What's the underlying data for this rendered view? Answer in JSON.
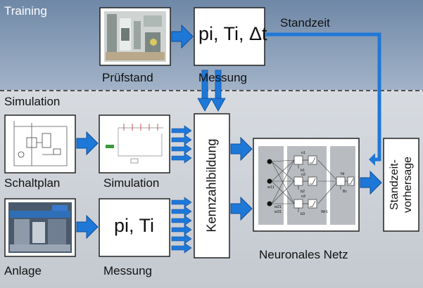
{
  "sections": {
    "training": "Training",
    "simulation": "Simulation"
  },
  "training": {
    "pruefstand_label": "Prüfstand",
    "messung_label": "Messung",
    "measure_formula": "pi, Ti, Δt",
    "standzeit_label": "Standzeit"
  },
  "simulation": {
    "schaltplan_label": "Schaltplan",
    "simulation_label": "Simulation",
    "anlage_label": "Anlage",
    "messung_label": "Messung",
    "measure_formula": "pi, Ti",
    "kennzahl_label": "Kennzahlbildung",
    "nn_label": "Neuronales Netz",
    "output_label_line1": "Standzeit-",
    "output_label_line2": "vorhersage"
  },
  "nn_symbols": {
    "n1": "n1",
    "n2": "n2",
    "n3": "n3",
    "nr": "Nr",
    "b1": "b1",
    "b2": "b2",
    "b3": "b3",
    "br": "Br",
    "w11": "w11",
    "w21": "w21",
    "w31": "w31",
    "wr1": "Wr1"
  },
  "colors": {
    "training_bg": "#7f97b3",
    "sim_bg": "#cdd2d9",
    "arrow_blue": "#1e78d8",
    "nn_layer": "#b8bcc0"
  }
}
